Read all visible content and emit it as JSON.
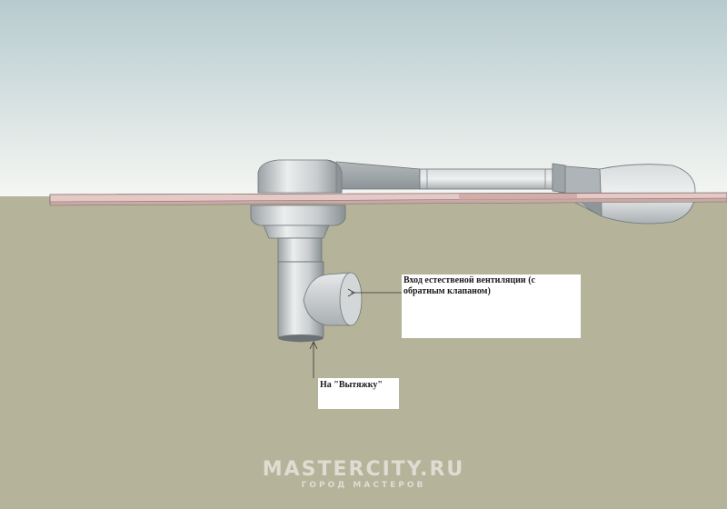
{
  "colors": {
    "sky_top": "#b7cbcf",
    "sky_bottom": "#f4f6f2",
    "ground": "#b5b39a",
    "pipe_light": "#eceeee",
    "pipe_mid": "#c9cdcf",
    "pipe_dark": "#7d8588",
    "slab": "#e6c9c7"
  },
  "labels": {
    "intake": "Вход естественой вентиляции (с обратным клапаном)",
    "exhaust": "На \"Вытяжку\""
  },
  "watermark": {
    "main": "MASTERCITY.RU",
    "sub": "ГОРОД МАСТЕРОВ"
  }
}
